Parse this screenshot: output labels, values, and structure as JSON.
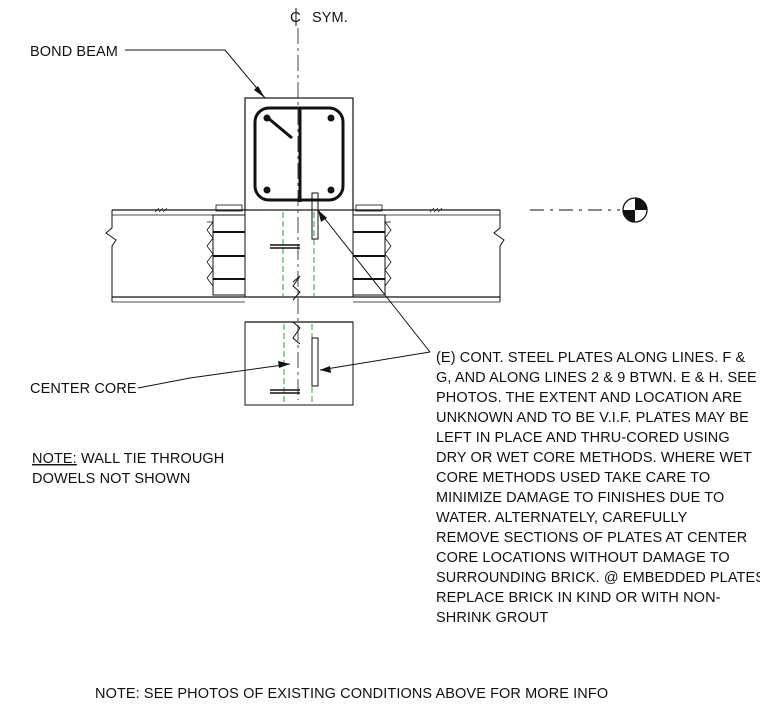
{
  "labels": {
    "sym": "SYM.",
    "bond_beam": "BOND BEAM",
    "center_core": "CENTER CORE",
    "note_wall_tie_prefix": "NOTE:",
    "note_wall_tie_line1_rest": " WALL TIE THROUGH",
    "note_wall_tie_line2": "DOWELS NOT SHOWN",
    "footer_note": "NOTE: SEE PHOTOS OF EXISTING CONDITIONS ABOVE FOR MORE INFO"
  },
  "callout_lines": [
    "(E) CONT. STEEL PLATES ALONG LINES. F &",
    "G, AND ALONG LINES 2 & 9 BTWN. E & H. SEE",
    "PHOTOS. THE EXTENT AND LOCATION ARE",
    "UNKNOWN AND TO BE V.I.F. PLATES MAY BE",
    "LEFT IN PLACE AND THRU-CORED USING",
    "DRY OR WET CORE METHODS. WHERE WET",
    "CORE METHODS USED TAKE CARE TO",
    "MINIMIZE DAMAGE TO FINISHES DUE TO",
    "WATER. ALTERNATELY, CAREFULLY",
    "REMOVE SECTIONS OF PLATES AT CENTER",
    "CORE LOCATIONS WITHOUT DAMAGE TO",
    "SURROUNDING BRICK. @ EMBEDDED PLATES",
    "REPLACE BRICK IN KIND OR WITH NON-",
    "SHRINK GROUT"
  ],
  "colors": {
    "line": "#111111",
    "centerline_green": "#2e9e3e",
    "hatch_gray": "#bbbbbb"
  }
}
